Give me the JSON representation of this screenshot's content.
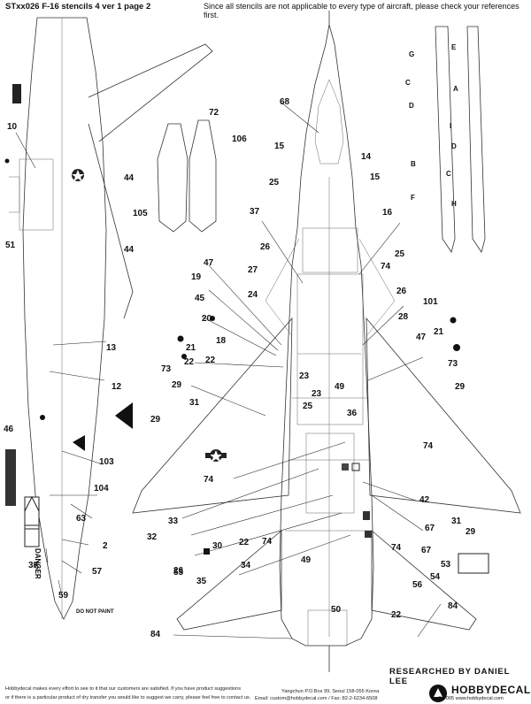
{
  "header": {
    "title": "STxx026 F-16 stencils 4 ver 1 page 2",
    "notice": "Since all stencils are not applicable to every type of aircraft, please check your references first."
  },
  "footer": {
    "disclaimer_line1": "Hobbydecal makes every effort to see to it that our customers are satisfied. If you have product suggestions",
    "disclaimer_line2": "or if there is a particular product of dry transfer you would like to suggest we carry, please feel free to contact us.",
    "address_line1": "Yangchun P.O.Box 99, Seoul 158-055 Korea",
    "address_line2": "Email: custom@hobbydecal.com / Fax: 82-2-6234-6508",
    "researched_by": "RESEARCHED BY DANIEL LEE",
    "brand": "HOBBYDECAL",
    "copyright": "© 2005 www.hobbydecal.com"
  },
  "side_view": {
    "nose_text": "DO NOT PAINT",
    "boxed_text": "DANGER"
  },
  "pylon_letters": [
    "E",
    "G",
    "A",
    "C",
    "I",
    "D",
    "D",
    "C",
    "B",
    "H",
    "F"
  ],
  "callouts": [
    "68",
    "72",
    "106",
    "10",
    "15",
    "14",
    "15",
    "25",
    "44",
    "105",
    "44",
    "51",
    "16",
    "37",
    "26",
    "25",
    "74",
    "47",
    "27",
    "26",
    "19",
    "24",
    "101",
    "45",
    "28",
    "20",
    "21",
    "18",
    "47",
    "21",
    "22",
    "23",
    "73",
    "22",
    "13",
    "73",
    "23",
    "49",
    "29",
    "12",
    "29",
    "25",
    "36",
    "31",
    "29",
    "46",
    "74",
    "103",
    "74",
    "104",
    "42",
    "33",
    "31",
    "63",
    "67",
    "29",
    "32",
    "22",
    "74",
    "2",
    "67",
    "30",
    "34",
    "74",
    "26",
    "53",
    "55",
    "3K",
    "57",
    "49",
    "54",
    "35",
    "56",
    "59",
    "50",
    "22",
    "84",
    "84"
  ]
}
